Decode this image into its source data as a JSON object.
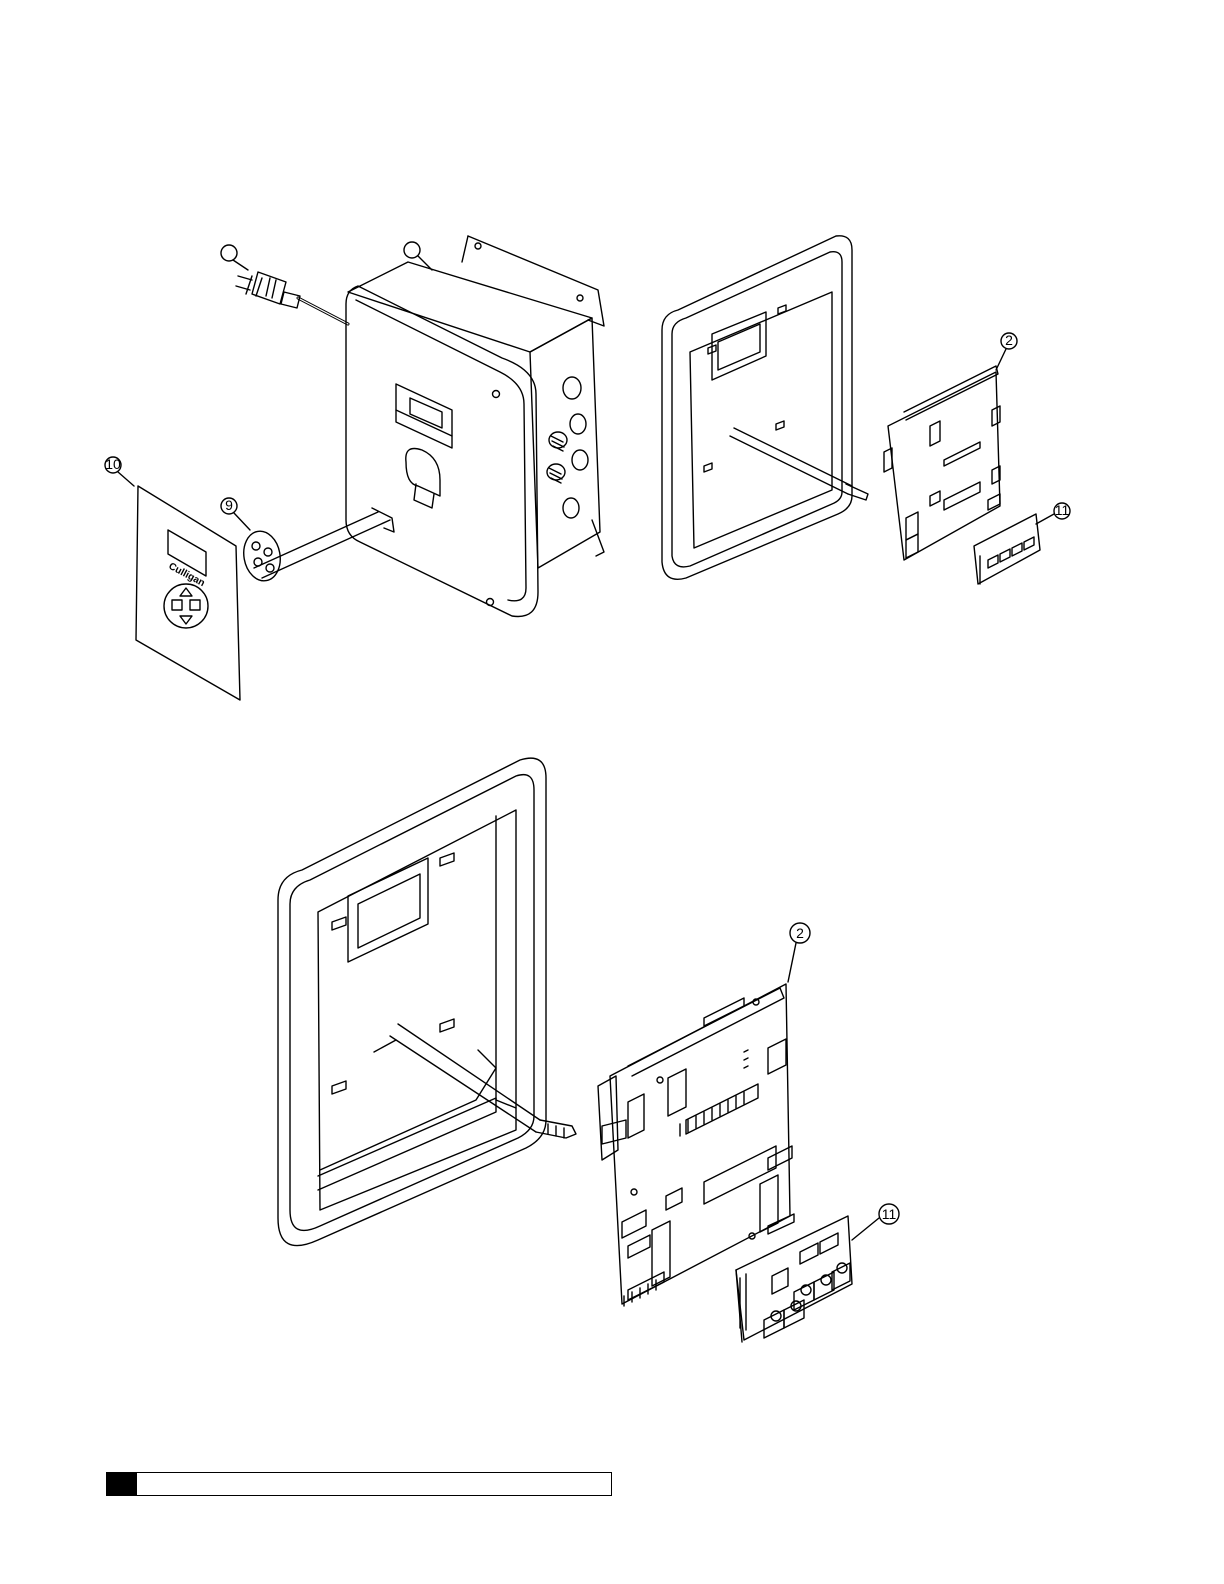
{
  "callouts": [
    {
      "id": "callout-cord",
      "label": ""
    },
    {
      "id": "callout-enclosure",
      "label": ""
    },
    {
      "id": "callout-overlay",
      "label": "10"
    },
    {
      "id": "callout-keypad",
      "label": "9"
    },
    {
      "id": "callout-board-top",
      "label": "2"
    },
    {
      "id": "callout-relay-top",
      "label": "11"
    },
    {
      "id": "callout-board-bottom",
      "label": "2"
    },
    {
      "id": "callout-relay-bottom",
      "label": "11"
    }
  ],
  "overlay": {
    "brand_text": "Culligan"
  },
  "footer": {
    "text": ""
  },
  "colors": {
    "line": "#000000",
    "background": "#ffffff",
    "footer_block": "#000000"
  }
}
